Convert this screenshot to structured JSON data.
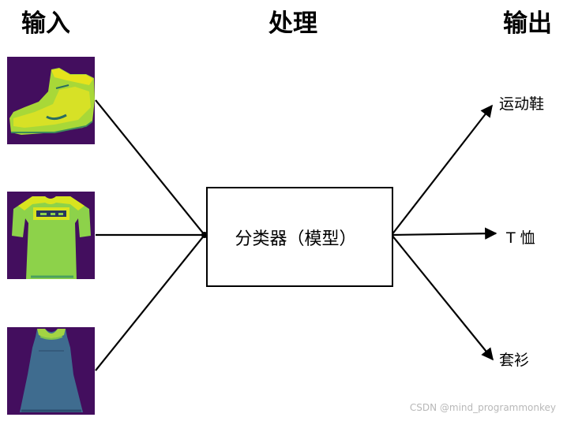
{
  "headers": {
    "input": "输入",
    "process": "处理",
    "output": "输出"
  },
  "inputs": [
    {
      "icon": "sneaker-boot-icon"
    },
    {
      "icon": "tshirt-icon"
    },
    {
      "icon": "dress-icon"
    }
  ],
  "model": {
    "label": "分类器（模型）"
  },
  "outputs": [
    {
      "label": "运动鞋"
    },
    {
      "label": "T 恤"
    },
    {
      "label": "套衫"
    }
  ],
  "colors": {
    "thumb_bg": "#430e5e",
    "sneaker_fill": "#a8d838",
    "sneaker_light": "#e6e31c",
    "shirt_fill": "#8dd24a",
    "shirt_light": "#d9e41f",
    "dress_fill": "#3f6c8f",
    "dress_light": "#a3d443"
  },
  "watermark": "CSDN @mind_programmonkey"
}
